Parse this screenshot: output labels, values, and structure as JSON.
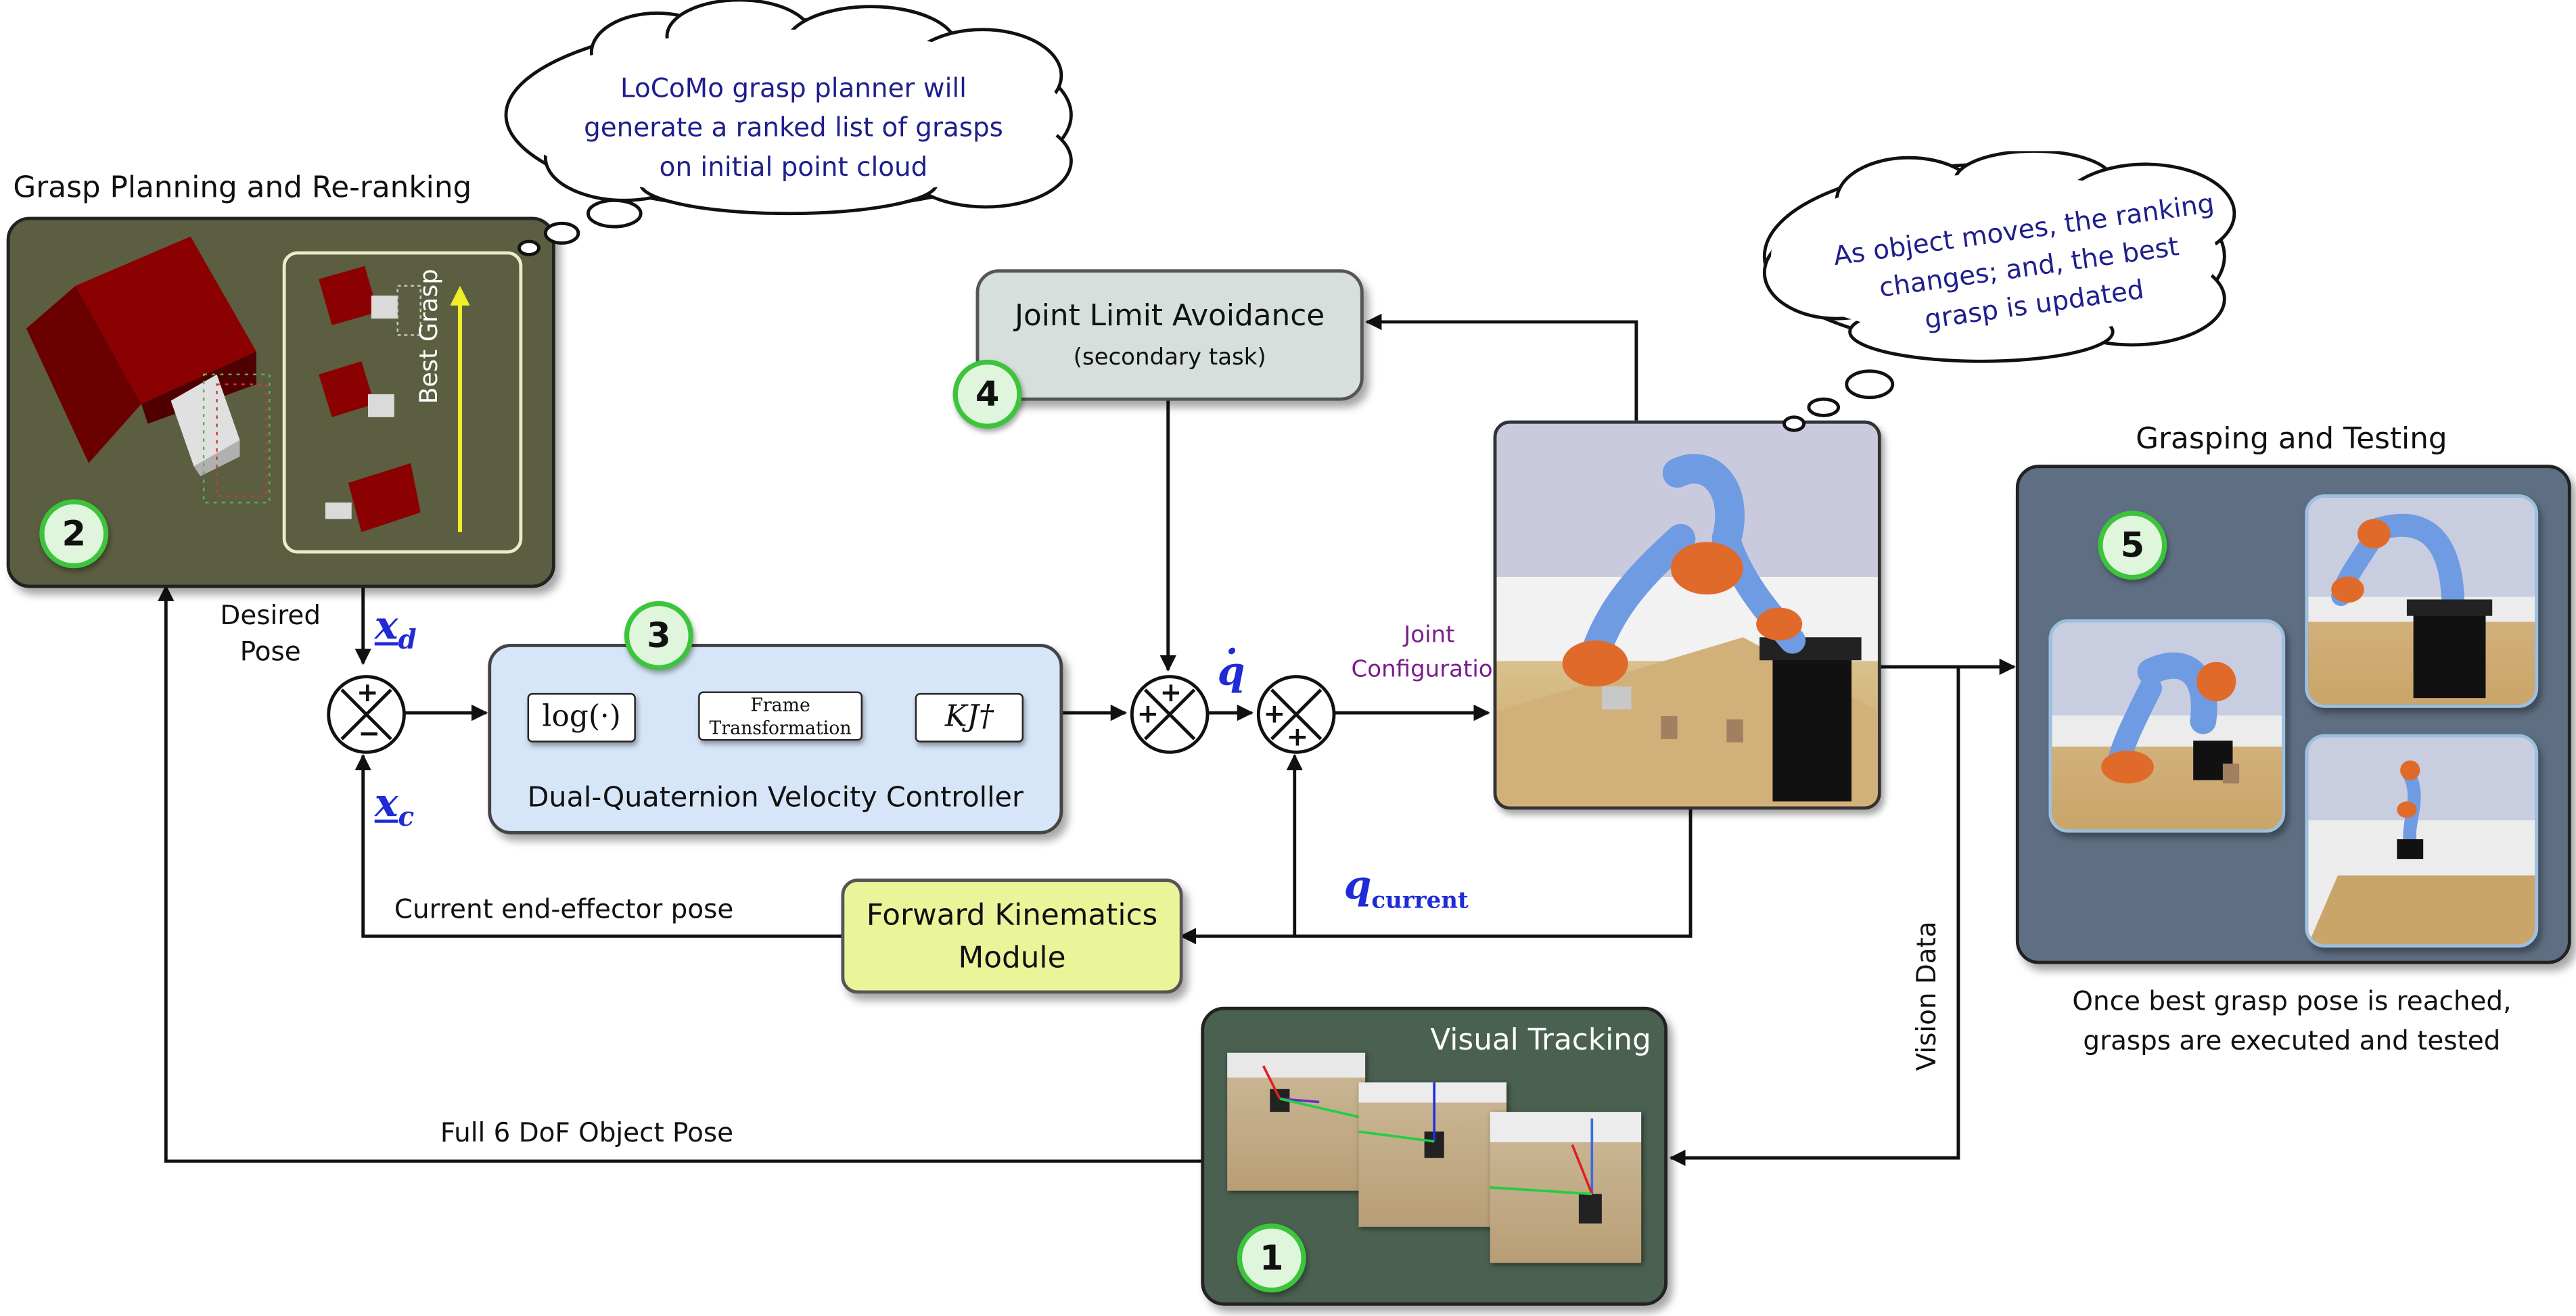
{
  "panels": {
    "grasp_planning": {
      "title": "Grasp Planning and Re-ranking",
      "number": "2",
      "best_grasp": "Best Grasp"
    },
    "joint_limit": {
      "title": "Joint Limit Avoidance",
      "subtitle": "(secondary task)",
      "number": "4"
    },
    "controller": {
      "title": "Dual-Quaternion Velocity Controller",
      "number": "3",
      "block_log": "log(·)",
      "block_frame": "Frame Transformation",
      "block_kj": "KJ†"
    },
    "forward_kinematics": {
      "line1": "Forward Kinematics",
      "line2": "Module"
    },
    "visual_tracking": {
      "title": "Visual Tracking",
      "number": "1"
    },
    "grasping_testing": {
      "title": "Grasping and Testing",
      "number": "5",
      "caption_line1": "Once best grasp pose is reached,",
      "caption_line2": "grasps are executed and tested"
    }
  },
  "thoughts": {
    "locomo": [
      "LoCoMo grasp planner will",
      "generate a ranked list of grasps",
      "on initial point cloud"
    ],
    "ranking": [
      "As object moves, the ranking",
      "changes; and, the best",
      "grasp is updated"
    ]
  },
  "labels": {
    "desired_pose_1": "Desired",
    "desired_pose_2": "Pose",
    "x_d": "x",
    "x_d_sub": "d",
    "x_c": "x",
    "x_c_sub": "c",
    "q_dot": "q",
    "q_current": "q",
    "q_current_sub": "current",
    "joint_config_1": "Joint",
    "joint_config_2": "Configuration",
    "current_ee_pose": "Current end-effector pose",
    "full_pose": "Full 6 DoF Object Pose",
    "vision_data": "Vision Data"
  },
  "colors": {
    "grasp_panel_bg": "#5b5e40",
    "tracking_panel_bg": "#4a6050",
    "testing_panel_bg": "#5f6f83",
    "controller_bg": "#d6e6f8",
    "joint_limit_bg": "#d6dfdb",
    "fk_bg": "#eaf59a",
    "math_blue": "#1f2bd6",
    "thought_text": "#1f1f8c",
    "joint_config_purple": "#7a1d8c",
    "badge_green": "#3cc43c"
  }
}
